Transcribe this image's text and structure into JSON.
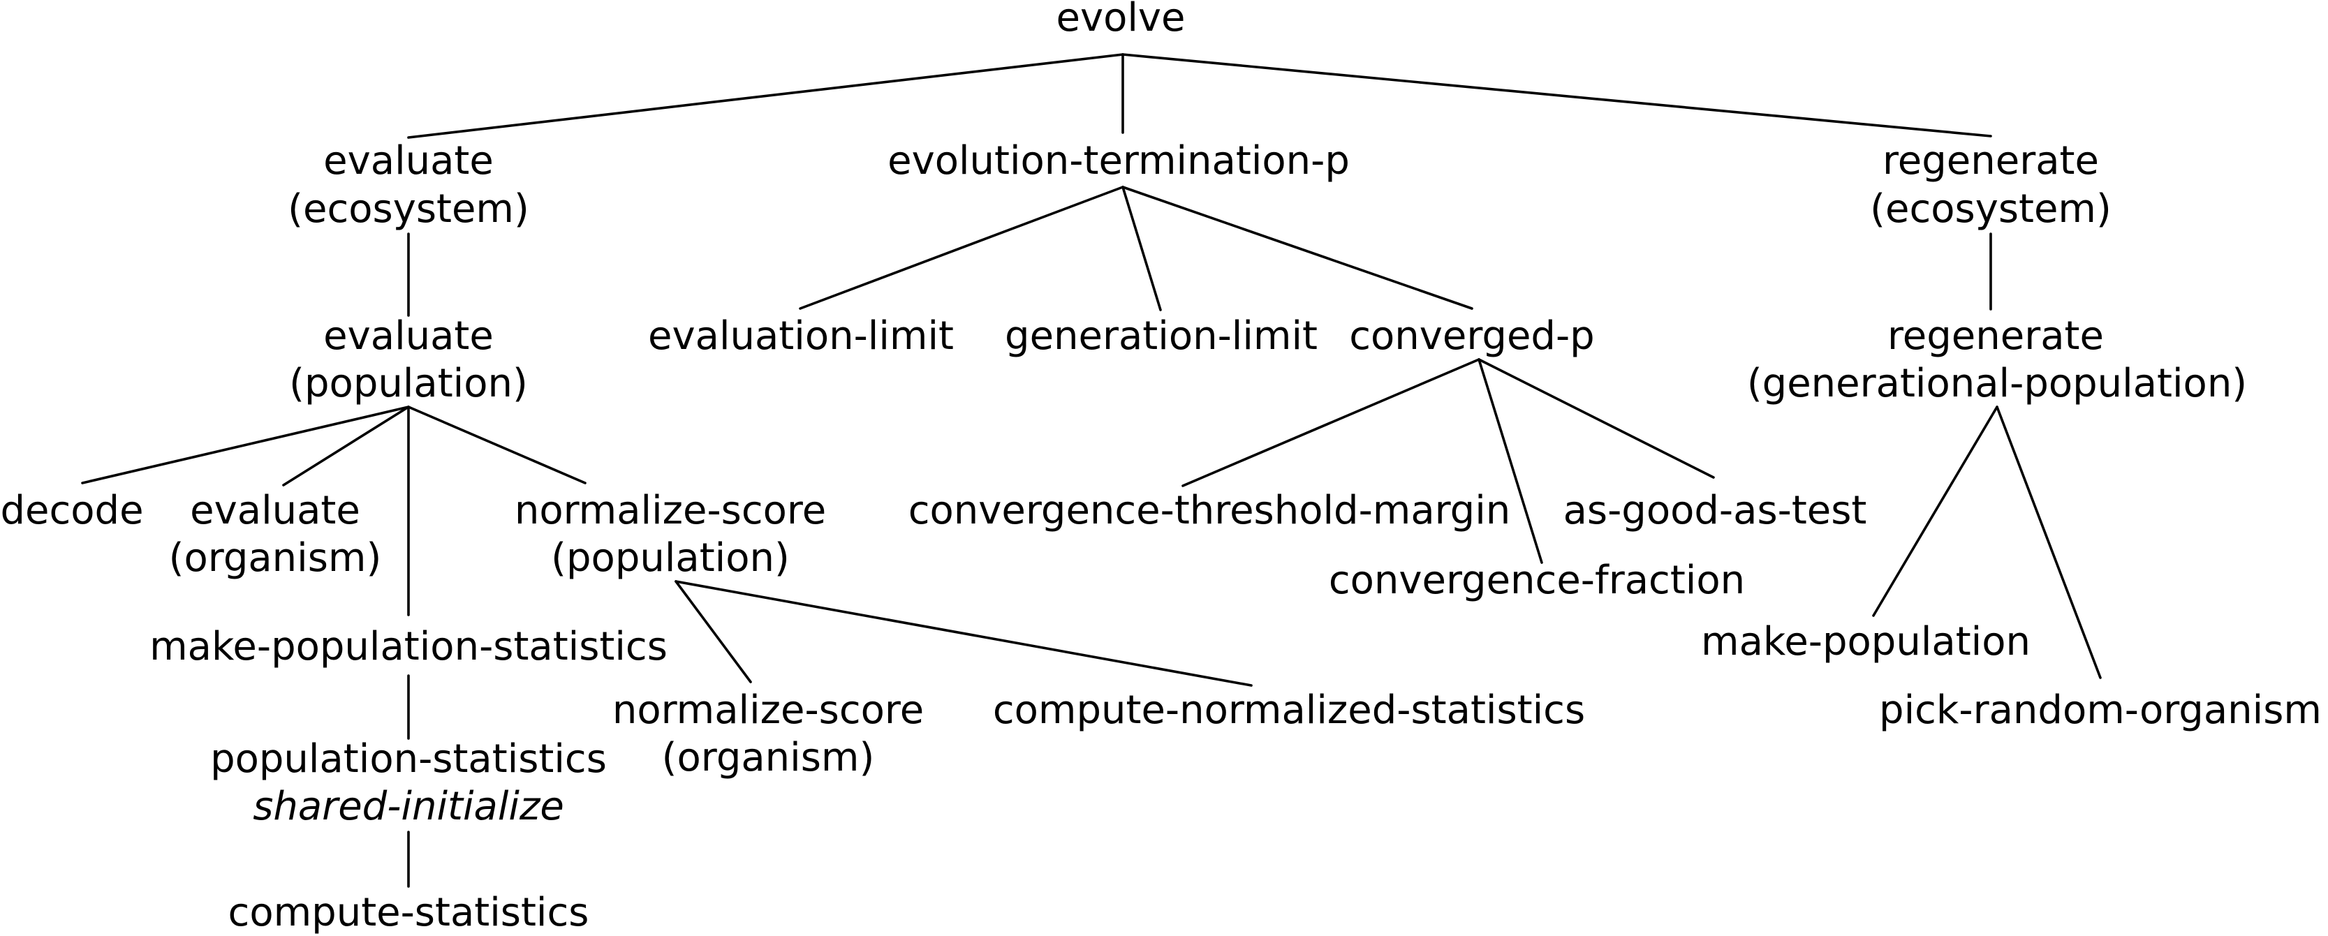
{
  "diagram": {
    "type": "tree",
    "nodes": {
      "evolve": {
        "line1": "evolve"
      },
      "evaluate-ecosystem": {
        "line1": "evaluate",
        "line2": "(ecosystem)"
      },
      "evolution-termination-p": {
        "line1": "evolution-termination-p"
      },
      "regenerate-ecosystem": {
        "line1": "regenerate",
        "line2": "(ecosystem)"
      },
      "evaluate-population": {
        "line1": "evaluate",
        "line2": "(population)"
      },
      "evaluation-limit": {
        "line1": "evaluation-limit"
      },
      "generation-limit": {
        "line1": "generation-limit"
      },
      "converged-p": {
        "line1": "converged-p"
      },
      "regenerate-generational-population": {
        "line1": "regenerate",
        "line2": "(generational-population)"
      },
      "decode": {
        "line1": "decode"
      },
      "evaluate-organism": {
        "line1": "evaluate",
        "line2": "(organism)"
      },
      "normalize-score-population": {
        "line1": "normalize-score",
        "line2": "(population)"
      },
      "make-population-statistics": {
        "line1": "make-population-statistics"
      },
      "convergence-threshold-margin": {
        "line1": "convergence-threshold-margin"
      },
      "as-good-as-test": {
        "line1": "as-good-as-test"
      },
      "convergence-fraction": {
        "line1": "convergence-fraction"
      },
      "make-population": {
        "line1": "make-population"
      },
      "pick-random-organism": {
        "line1": "pick-random-organism"
      },
      "normalize-score-organism": {
        "line1": "normalize-score",
        "line2": "(organism)"
      },
      "compute-normalized-statistics": {
        "line1": "compute-normalized-statistics"
      },
      "population-statistics-shared-initialize": {
        "line1": "population-statistics",
        "line2": "shared-initialize"
      },
      "compute-statistics": {
        "line1": "compute-statistics"
      }
    },
    "edges": [
      [
        "evolve",
        "evaluate-ecosystem"
      ],
      [
        "evolve",
        "evolution-termination-p"
      ],
      [
        "evolve",
        "regenerate-ecosystem"
      ],
      [
        "evaluate-ecosystem",
        "evaluate-population"
      ],
      [
        "evaluate-population",
        "decode"
      ],
      [
        "evaluate-population",
        "evaluate-organism"
      ],
      [
        "evaluate-population",
        "make-population-statistics"
      ],
      [
        "evaluate-population",
        "normalize-score-population"
      ],
      [
        "make-population-statistics",
        "population-statistics-shared-initialize"
      ],
      [
        "population-statistics-shared-initialize",
        "compute-statistics"
      ],
      [
        "normalize-score-population",
        "normalize-score-organism"
      ],
      [
        "normalize-score-population",
        "compute-normalized-statistics"
      ],
      [
        "evolution-termination-p",
        "evaluation-limit"
      ],
      [
        "evolution-termination-p",
        "generation-limit"
      ],
      [
        "evolution-termination-p",
        "converged-p"
      ],
      [
        "converged-p",
        "convergence-threshold-margin"
      ],
      [
        "converged-p",
        "convergence-fraction"
      ],
      [
        "converged-p",
        "as-good-as-test"
      ],
      [
        "regenerate-ecosystem",
        "regenerate-generational-population"
      ],
      [
        "regenerate-generational-population",
        "make-population"
      ],
      [
        "regenerate-generational-population",
        "pick-random-organism"
      ]
    ]
  }
}
